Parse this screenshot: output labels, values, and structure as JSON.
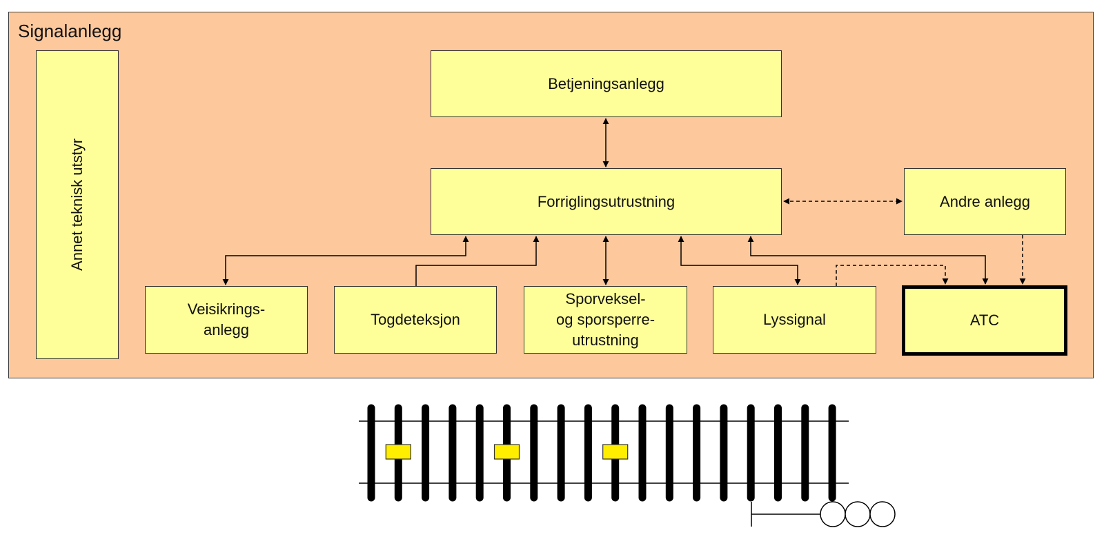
{
  "title": "Signalanlegg",
  "side_box": "Annet teknisk utstyr",
  "boxes": {
    "betjeningsanlegg": "Betjeningsanlegg",
    "forriglingsutrustning": "Forriglingsutrustning",
    "andre_anlegg": "Andre anlegg",
    "veisikring": [
      "Veisikrings-",
      "anlegg"
    ],
    "togdeteksjon": "Togdeteksjon",
    "sporveksel": [
      "Sporveksel-",
      "og sporsperre-",
      "utrustning"
    ],
    "lyssignal": "Lyssignal",
    "atc": "ATC"
  },
  "colors": {
    "outer_fill": "#fdc89c",
    "box_fill": "#ffff99",
    "balise_fill": "#ffee00",
    "line": "#000000"
  },
  "track": {
    "sleepers": 18,
    "balises": 3,
    "signal_lamps": 3
  }
}
